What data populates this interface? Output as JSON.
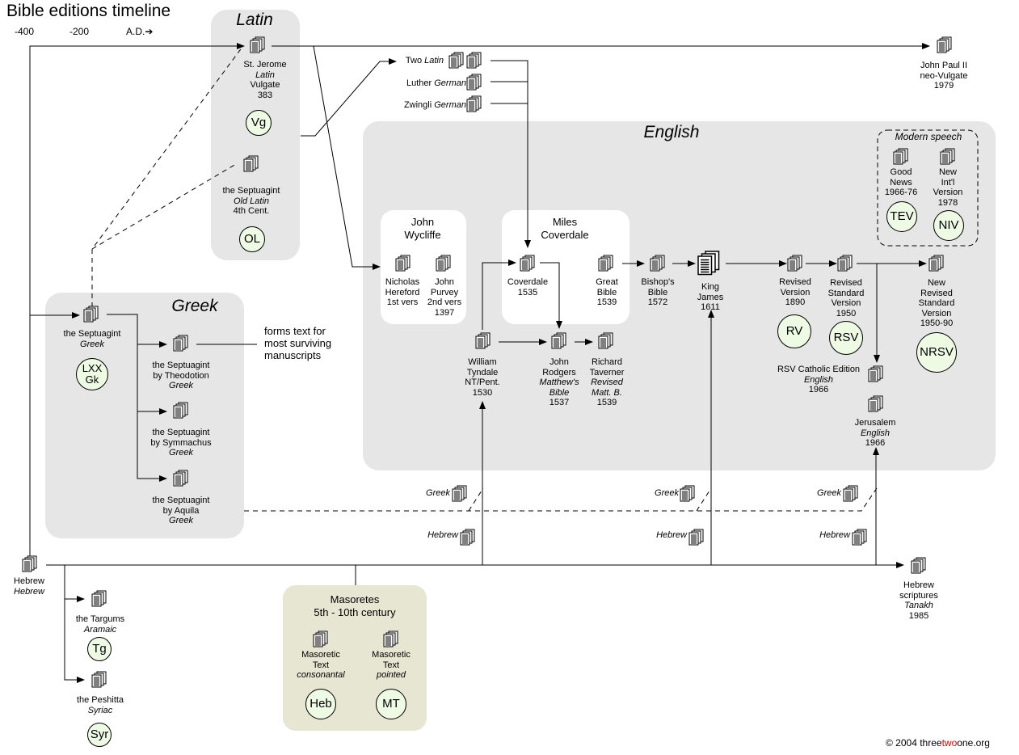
{
  "title": "Bible editions timeline",
  "ticks": [
    "-400",
    "-200",
    "A.D.➔"
  ],
  "groups": {
    "latin": "Latin",
    "greek": "Greek",
    "english": "English",
    "masoretes": [
      "Masoretes",
      "5th - 10th century"
    ],
    "wycliffe": [
      "John",
      "Wycliffe"
    ],
    "coverdale": [
      "Miles",
      "Coverdale"
    ],
    "modern": "Modern speech"
  },
  "nodes": {
    "hebrew": {
      "lines": [
        "Hebrew"
      ],
      "italic": "Hebrew"
    },
    "jerome": {
      "lines": [
        "St. Jerome"
      ],
      "italic": "Latin",
      "after": [
        "Vulgate",
        "383"
      ],
      "badge": "Vg"
    },
    "old_latin": {
      "lines": [
        "the Septuagint"
      ],
      "italic": "Old Latin",
      "after": [
        "4th Cent."
      ],
      "badge": "OL"
    },
    "lxx": {
      "lines": [
        "the Septuagint"
      ],
      "italic": "Greek",
      "badge": "LXX Gk"
    },
    "theodotion": {
      "lines": [
        "the Septuagint",
        "by Theodotion"
      ],
      "italic": "Greek"
    },
    "symmachus": {
      "lines": [
        "the Septuagint",
        "by Symmachus"
      ],
      "italic": "Greek"
    },
    "aquila": {
      "lines": [
        "the Septuagint",
        "by Aquila"
      ],
      "italic": "Greek"
    },
    "targums": {
      "lines": [
        "the Targums"
      ],
      "italic": "Aramaic",
      "badge": "Tg"
    },
    "peshitta": {
      "lines": [
        "the Peshitta"
      ],
      "italic": "Syriac",
      "badge": "Syr"
    },
    "mt_cons": {
      "lines": [
        "Masoretic",
        "Text"
      ],
      "italic": "consonantal",
      "badge": "Heb"
    },
    "mt_pointed": {
      "lines": [
        "Masoretic",
        "Text"
      ],
      "italic": "pointed",
      "badge": "MT"
    },
    "neo_vulgate": {
      "lines": [
        "John Paul II",
        "neo-Vulgate",
        "1979"
      ]
    },
    "hereford": {
      "lines": [
        "Nicholas",
        "Hereford",
        "1st vers"
      ]
    },
    "purvey": {
      "lines": [
        "John",
        "Purvey",
        "2nd vers",
        "1397"
      ]
    },
    "coverdale_bible": {
      "lines": [
        "Coverdale",
        "1535"
      ]
    },
    "great_bible": {
      "lines": [
        "Great",
        "Bible",
        "1539"
      ]
    },
    "tyndale": {
      "lines": [
        "William",
        "Tyndale",
        "NT/Pent.",
        "1530"
      ]
    },
    "rodgers": {
      "lines": [
        "John",
        "Rodgers"
      ],
      "italic2": [
        "Matthew's",
        "Bible"
      ],
      "after": [
        "1537"
      ]
    },
    "taverner": {
      "lines": [
        "Richard",
        "Taverner"
      ],
      "italic2": [
        "Revised",
        "Matt. B."
      ],
      "after": [
        "1539"
      ]
    },
    "bishops": {
      "lines": [
        "Bishop's",
        "Bible",
        "1572"
      ]
    },
    "king_james": {
      "lines": [
        "King",
        "James",
        "1611"
      ]
    },
    "rv": {
      "lines": [
        "Revised",
        "Version",
        "1890"
      ],
      "badge": "RV"
    },
    "rsv": {
      "lines": [
        "Revised",
        "Standard",
        "Version",
        "1950"
      ],
      "badge": "RSV"
    },
    "nrsv": {
      "lines": [
        "New",
        "Revised",
        "Standard",
        "Version",
        "1950-90"
      ],
      "badge": "NRSV"
    },
    "rsv_catholic": {
      "lines": [
        "RSV Catholic Edition"
      ],
      "italic": "English",
      "after": [
        "1966"
      ]
    },
    "jerusalem": {
      "lines": [
        "Jerusalem"
      ],
      "italic": "English",
      "after": [
        "1966"
      ]
    },
    "tev": {
      "lines": [
        "Good",
        "News",
        "1966-76"
      ],
      "badge": "TEV"
    },
    "niv": {
      "lines": [
        "New",
        "Int'l",
        "Version",
        "1978"
      ],
      "badge": "NIV"
    },
    "tanakh": {
      "lines": [
        "Hebrew",
        "scriptures"
      ],
      "italic": "Tanakh",
      "after": [
        "1985"
      ]
    }
  },
  "reformation_sources": [
    {
      "name": "Two",
      "lang": "Latin"
    },
    {
      "name": "Luther",
      "lang": "German"
    },
    {
      "name": "Zwingli",
      "lang": "German"
    }
  ],
  "source_labels": {
    "greek": "Greek",
    "hebrew": "Hebrew"
  },
  "note": [
    "forms text for",
    "most surviving",
    "manuscripts"
  ],
  "copyright": {
    "prefix": "© 2004 three",
    "highlight": "two",
    "suffix": "one.org",
    "highlight_color": "#e00000"
  },
  "colors": {
    "group_bg": "#e6e6e6",
    "inner_bg": "#ffffff",
    "masoretes_bg": "#e6e6d2",
    "badge_bg": "#eefae4"
  }
}
